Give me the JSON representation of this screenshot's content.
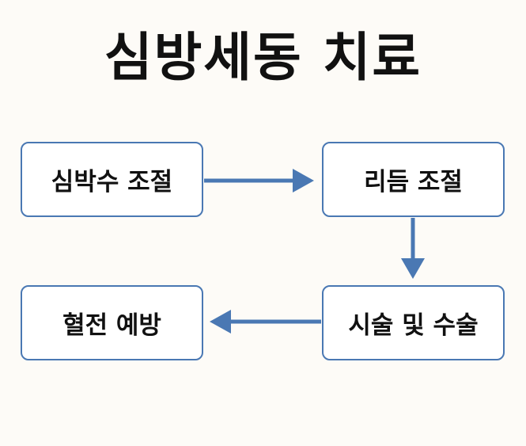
{
  "title": "심방세동 치료",
  "colors": {
    "background": "#fdfbf7",
    "node_border": "#4a78b3",
    "arrow": "#4a78b3",
    "text": "#111111"
  },
  "nodes": [
    {
      "id": "n1",
      "label": "심박수 조절"
    },
    {
      "id": "n2",
      "label": "리듬 조절"
    },
    {
      "id": "n3",
      "label": "시술 및 수술"
    },
    {
      "id": "n4",
      "label": "혈전 예방"
    }
  ],
  "edges": [
    {
      "from": "n1",
      "to": "n2"
    },
    {
      "from": "n2",
      "to": "n3"
    },
    {
      "from": "n3",
      "to": "n4"
    }
  ]
}
